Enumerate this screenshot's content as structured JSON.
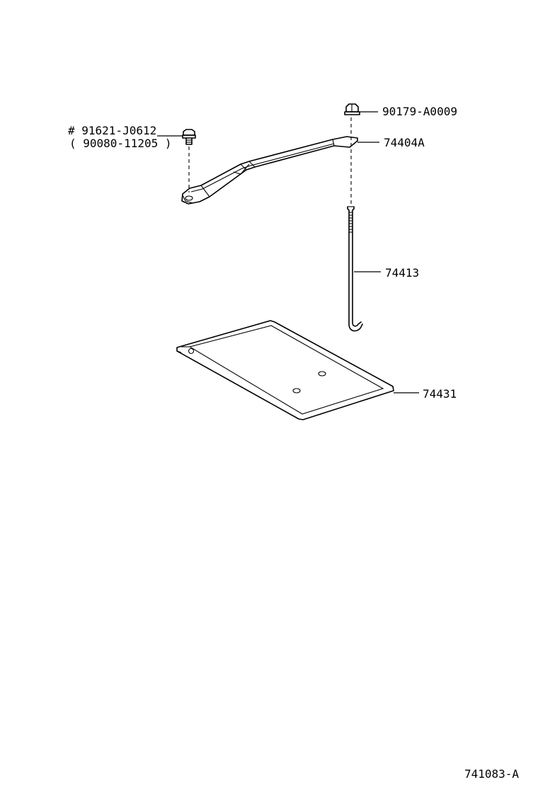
{
  "labels": {
    "bolt_part_no": "# 91621-J0612",
    "bolt_alt_part_no": "( 90080-11205 )",
    "nut_part_no": "90179-A0009",
    "clamp_part_no": "74404A",
    "rod_part_no": "74413",
    "tray_part_no": "74431",
    "illustration_no": "741083-A"
  },
  "colors": {
    "line": "#000000",
    "background": "#ffffff"
  }
}
